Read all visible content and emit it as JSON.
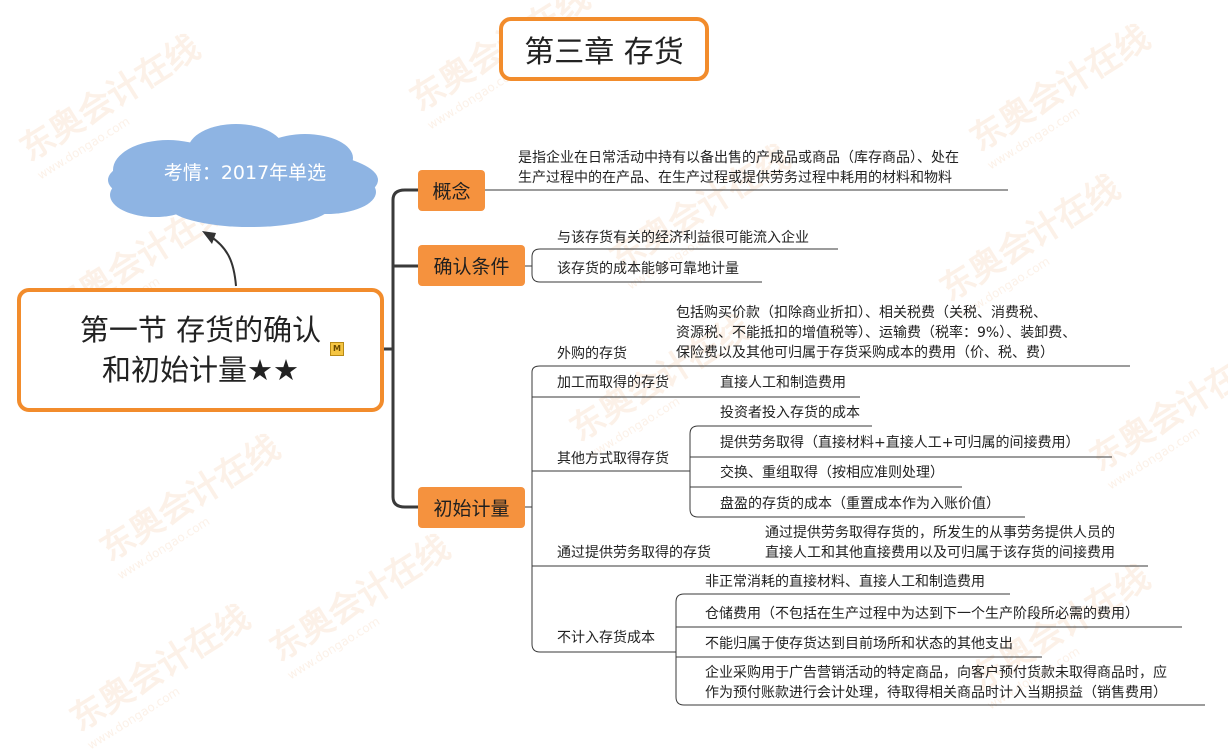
{
  "title": "第三章 存货",
  "root": {
    "line1": "第一节 存货的确认",
    "line2": "和初始计量★★",
    "memo_icon": "M"
  },
  "note": {
    "text": "考情：2017年单选"
  },
  "watermark": {
    "main": "东奥会计在线",
    "sub": "www.dongao.com"
  },
  "colors": {
    "accent": "#f28c2c",
    "category": "#f5923e",
    "cloud": "#8eb4e3",
    "line": "#3a3a3a"
  },
  "icons": {
    "cloud": "cloud-shape",
    "memo": "memo-icon"
  },
  "concept": {
    "label": "概念",
    "text_line1": "是指企业在日常活动中持有以备出售的产成品或商品（库存商品）、处在",
    "text_line2": "生产过程中的在产品、在生产过程或提供劳务过程中耗用的材料和物料"
  },
  "recognition": {
    "label": "确认条件",
    "items": [
      "与该存货有关的经济利益很可能流入企业",
      "该存货的成本能够可靠地计量"
    ]
  },
  "initial": {
    "label": "初始计量",
    "purchased": {
      "label": "外购的存货",
      "line1": "包括购买价款（扣除商业折扣）、相关税费（关税、消费税、",
      "line2": "资源税、不能抵扣的增值税等）、运输费（税率：9%）、装卸费、",
      "line3": "保险费以及其他可归属于存货采购成本的费用（价、税、费）"
    },
    "processed": {
      "label": "加工而取得的存货",
      "text": "直接人工和制造费用"
    },
    "other": {
      "label": "其他方式取得存货",
      "items": [
        "投资者投入存货的成本",
        "提供劳务取得（直接材料+直接人工+可归属的间接费用）",
        "交换、重组取得（按相应准则处理）",
        "盘盈的存货的成本（重置成本作为入账价值）"
      ]
    },
    "service": {
      "label": "通过提供劳务取得的存货",
      "line1": "通过提供劳务取得存货的，所发生的从事劳务提供人员的",
      "line2": "直接人工和其他直接费用以及可归属于该存货的间接费用"
    },
    "excluded": {
      "label": "不计入存货成本",
      "items": [
        "非正常消耗的直接材料、直接人工和制造费用",
        "仓储费用（不包括在生产过程中为达到下一个生产阶段所必需的费用）",
        "不能归属于使存货达到目前场所和状态的其他支出"
      ],
      "last_line1": "企业采购用于广告营销活动的特定商品，向客户预付货款未取得商品时，应",
      "last_line2": "作为预付账款进行会计处理，待取得相关商品时计入当期损益（销售费用）"
    }
  }
}
